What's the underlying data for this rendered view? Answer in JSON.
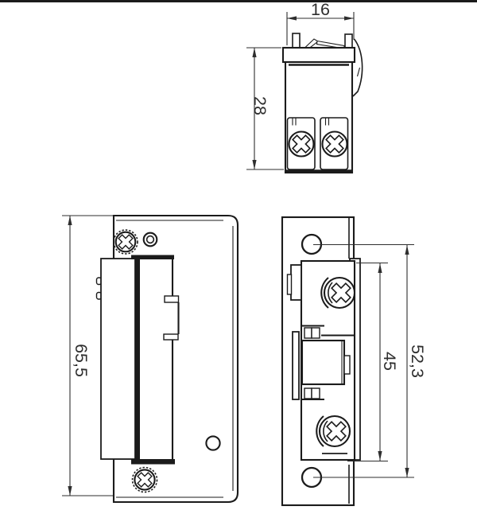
{
  "colors": {
    "ink": "#1b1b1b",
    "dim_lines": "#2e2e2e",
    "background": "#ffffff",
    "top_bar": "#1f1f1f"
  },
  "dimension_labels": {
    "top_view_width": "16",
    "top_view_depth": "28",
    "front_view_height": "65,5",
    "side_view_body_height": "45",
    "side_view_hole_spacing": "52,3"
  }
}
